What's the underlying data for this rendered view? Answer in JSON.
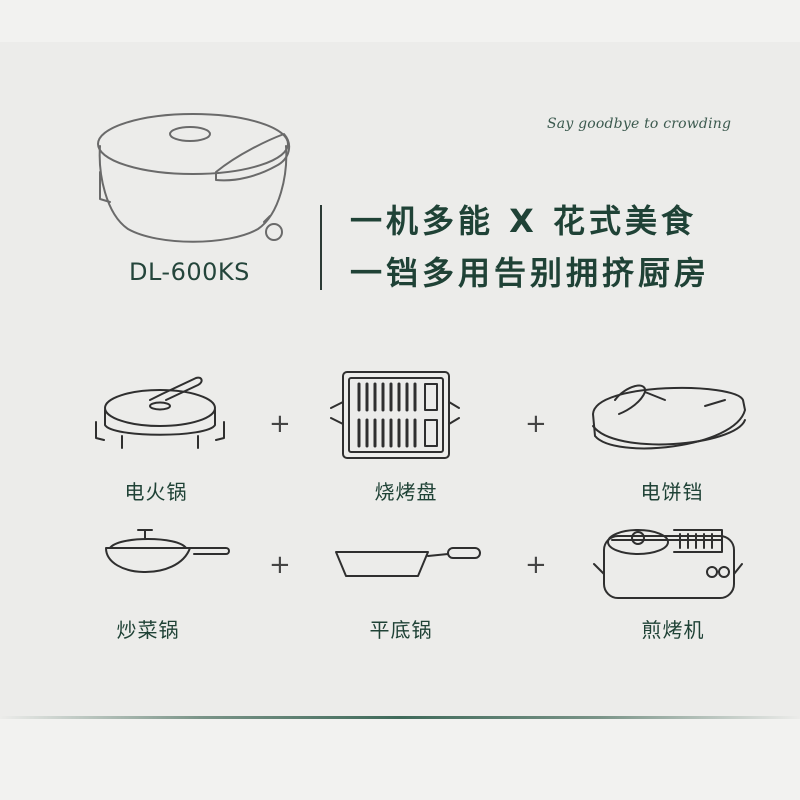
{
  "slogan": "Say goodbye to crowding",
  "model": "DL-600KS",
  "headline": {
    "line1": "一机多能 X 花式美食",
    "line2": "一铛多用告别拥挤厨房"
  },
  "items": [
    {
      "label": "电火锅",
      "icon": "hotpot-icon"
    },
    {
      "label": "烧烤盘",
      "icon": "grill-plate-icon"
    },
    {
      "label": "电饼铛",
      "icon": "electric-pan-icon"
    },
    {
      "label": "炒菜锅",
      "icon": "wok-icon"
    },
    {
      "label": "平底锅",
      "icon": "frying-pan-icon"
    },
    {
      "label": "煎烤机",
      "icon": "grill-machine-icon"
    }
  ],
  "plus_sign": "+",
  "colors": {
    "accent": "#1f4236",
    "background": "#ececea"
  }
}
